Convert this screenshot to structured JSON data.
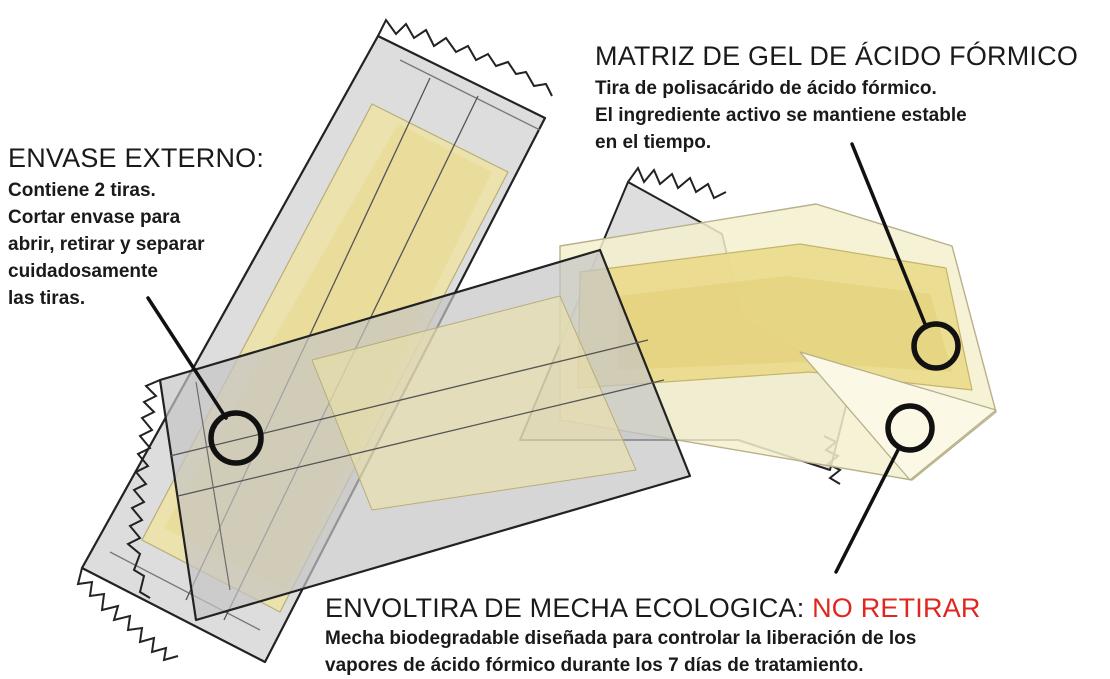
{
  "callouts": {
    "outer_package": {
      "title": "ENVASE EXTERNO:",
      "lines": [
        "Contiene 2 tiras.",
        "Cortar envase para",
        "abrir, retirar y separar",
        "cuidadosamente",
        "las tiras."
      ]
    },
    "gel_matrix": {
      "title": "MATRIZ DE GEL DE ÁCIDO FÓRMICO",
      "lines": [
        "Tira de polisacárido de ácido fórmico.",
        "El ingrediente activo se mantiene estable",
        "en el tiempo."
      ]
    },
    "wick_wrap": {
      "title": "ENVOLTIRA DE MECHA ECOLOGICA: ",
      "warning": "NO RETIRAR",
      "lines": [
        "Mecha biodegradable diseñada para controlar la liberación de los",
        "vapores de ácido fórmico durante los 7 días de tratamiento."
      ]
    }
  },
  "colors": {
    "text": "#1a1a1a",
    "warning": "#e0261f",
    "packet_fill": "#c9c9c9",
    "gel_fill": "#efe3a6",
    "wick_fill": "#f5f0cf",
    "outline": "#111111"
  }
}
